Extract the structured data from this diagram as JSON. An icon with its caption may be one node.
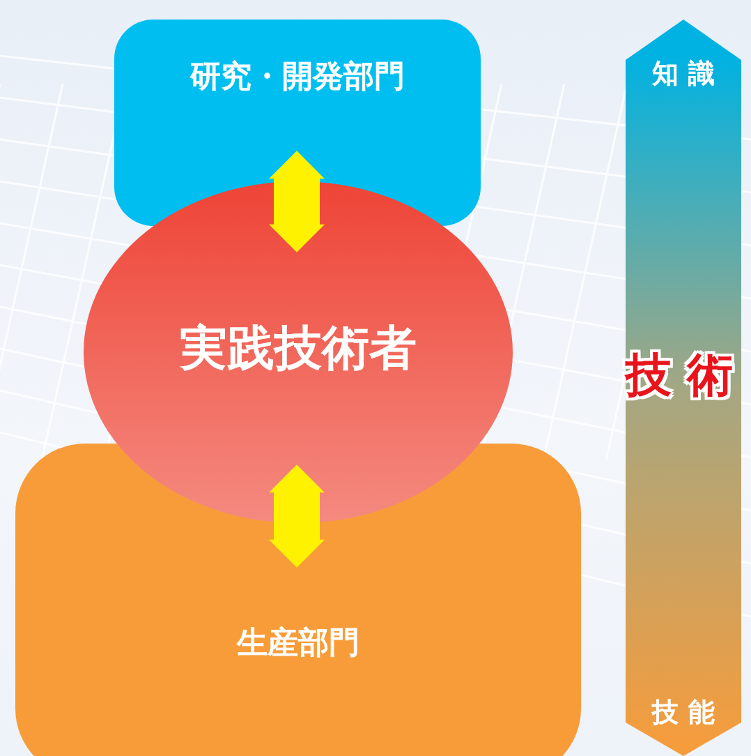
{
  "diagram": {
    "nodes": [
      {
        "text": [
          "研究・開発部門"
        ]
      },
      {
        "text": [
          "実践技術者"
        ]
      },
      {
        "text": [
          "生産部門"
        ]
      },
      {
        "text": [
          "知 識",
          "技 能"
        ]
      }
    ],
    "edges": [
      {
        "from": 0,
        "to": 1,
        "arrow": "both"
      },
      {
        "from": 1,
        "to": 2,
        "arrow": "both"
      }
    ],
    "labels": [
      "技 術"
    ]
  }
}
